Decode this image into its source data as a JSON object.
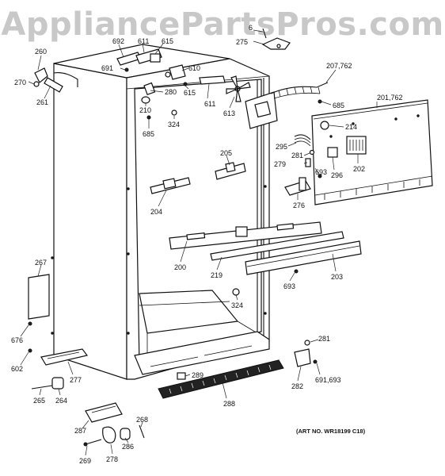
{
  "watermark": "AppliancePartsPros.com",
  "art_number": "(ART NO. WR18199 C18)",
  "callouts": [
    "6",
    "275",
    "260",
    "270",
    "261",
    "692",
    "611",
    "615",
    "691",
    "610",
    "280",
    "210",
    "615",
    "611",
    "613",
    "324",
    "685",
    "207,762",
    "685",
    "201,762",
    "214",
    "295",
    "281",
    "279",
    "693",
    "296",
    "202",
    "205",
    "276",
    "204",
    "200",
    "219",
    "203",
    "267",
    "693",
    "324",
    "676",
    "602",
    "281",
    "277",
    "289",
    "282",
    "691,693",
    "265",
    "264",
    "288",
    "268",
    "287",
    "286",
    "269",
    "278"
  ]
}
